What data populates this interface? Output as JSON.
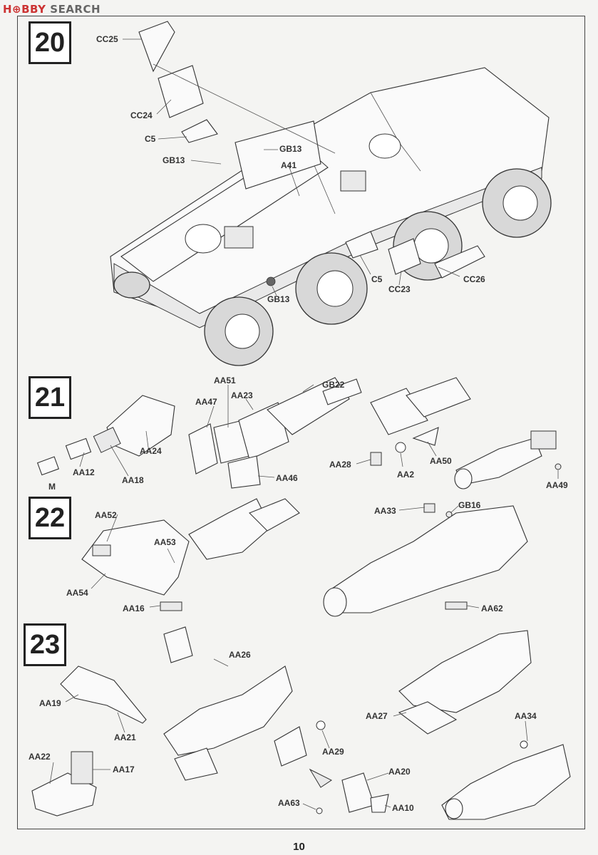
{
  "watermark": {
    "brand": "H⊕BBY",
    "search": "SEARCH"
  },
  "steps": [
    {
      "number": "20"
    },
    {
      "number": "21"
    },
    {
      "number": "22"
    },
    {
      "number": "23"
    }
  ],
  "step20_labels": [
    "CC25",
    "CC24",
    "C5",
    "GB13",
    "GB13",
    "A41",
    "C5",
    "CC23",
    "CC26",
    "GB13"
  ],
  "step21_labels": [
    "AA51",
    "GB22",
    "AA47",
    "AA23",
    "AA24",
    "AA12",
    "AA18",
    "M",
    "AA46",
    "AA28",
    "AA2",
    "AA50",
    "AA49"
  ],
  "step22_labels": [
    "AA52",
    "AA53",
    "AA54",
    "AA16",
    "AA33",
    "GB16",
    "AA62"
  ],
  "step23_labels": [
    "AA26",
    "AA19",
    "AA21",
    "AA22",
    "AA17",
    "AA29",
    "AA27",
    "AA34",
    "AA20",
    "AA63",
    "AA10"
  ],
  "page_number": "10"
}
